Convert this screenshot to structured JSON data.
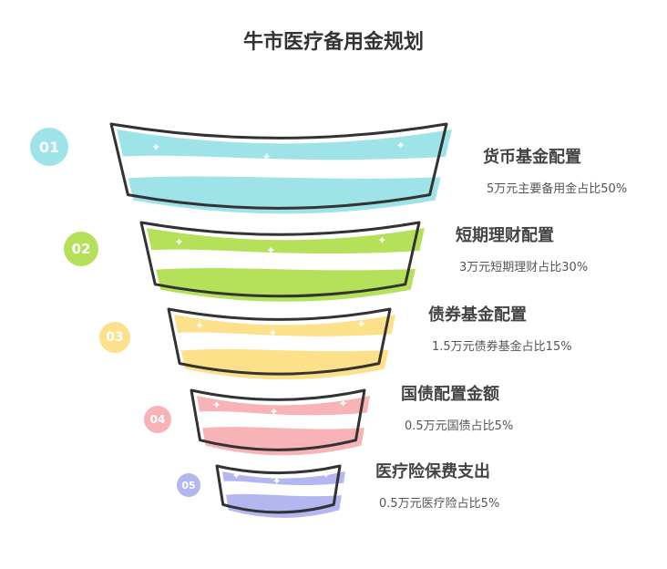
{
  "title": "牛市医疗备用金规划",
  "stages": [
    {
      "number": "01",
      "title": "货币基金配置",
      "desc": "5万元主要备用金占比50%",
      "color": "#9ee3e8",
      "percent": 50
    },
    {
      "number": "02",
      "title": "短期理财配置",
      "desc": "3万元短期理财占比30%",
      "color": "#b4e05a",
      "percent": 30
    },
    {
      "number": "03",
      "title": "债券基金配置",
      "desc": "1.5万元债券基金占比15%",
      "color": "#fde08a",
      "percent": 15
    },
    {
      "number": "04",
      "title": "国债配置金额",
      "desc": "0.5万元国债占比5%",
      "color": "#f7b3b5",
      "percent": 5
    },
    {
      "number": "05",
      "title": "医疗险保费支出",
      "desc": "0.5万元医疗险占比5%",
      "color": "#b3b6ef",
      "percent": 5
    }
  ]
}
